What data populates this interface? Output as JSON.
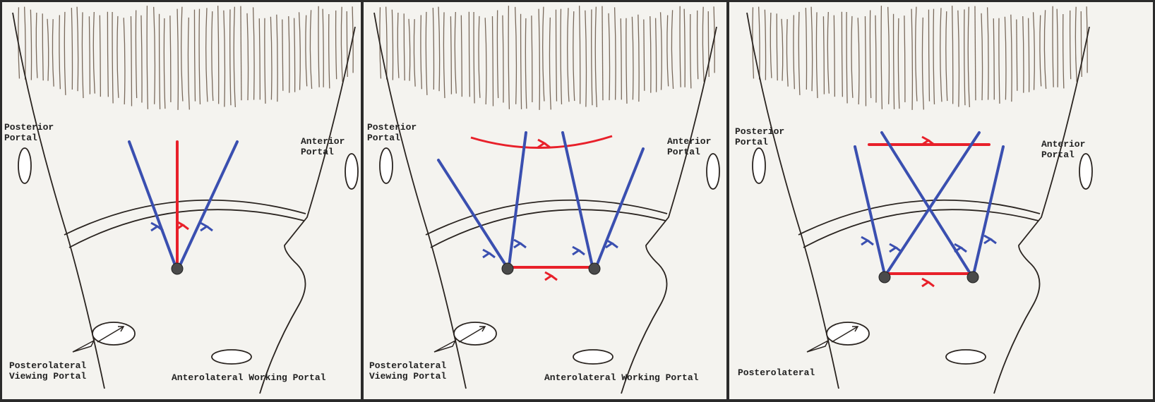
{
  "panels": [
    {
      "labels": {
        "posterior_portal": "Posterior\nPortal",
        "anterior_portal": "Anterior\nPortal",
        "posterolateral": "Posterolateral\nViewing Portal",
        "anterolateral": "Anterolateral Working Portal"
      }
    },
    {
      "labels": {
        "posterior_portal": "Posterior\nPortal",
        "anterior_portal": "Anterior\nPortal",
        "posterolateral": "Posterolateral\nViewing Portal",
        "anterolateral": "Anterolateral Working Portal"
      }
    },
    {
      "labels": {
        "posterior_portal": "Posterior\nPortal",
        "anterior_portal": "Anterior\nPortal",
        "posterolateral": "Posterolateral"
      }
    }
  ],
  "colors": {
    "suture_blue": "#3a4fb0",
    "suture_red": "#e8202a",
    "outline": "#2a2420",
    "fibers": "#7a6a5c",
    "anchor": "#4a4a4a"
  }
}
